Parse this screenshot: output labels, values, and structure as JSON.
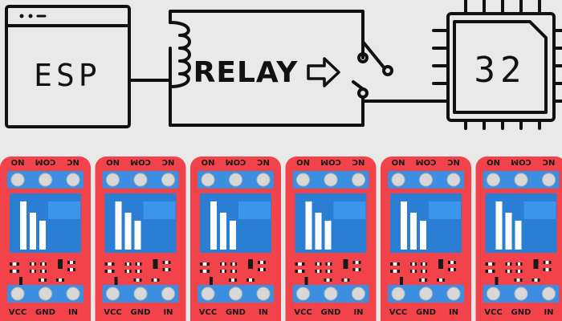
{
  "diagram": {
    "esp_label": "ESP",
    "relay_label": "RELAY",
    "chip_label": "32"
  },
  "modules": {
    "count": 6,
    "top_pins": [
      "NC",
      "COM",
      "NO"
    ],
    "bottom_pins": [
      "VCC",
      "GND",
      "IN"
    ]
  },
  "colors": {
    "background": "#e9e9e9",
    "board": "#f2424a",
    "relay": "#2a7fd4",
    "terminal": "#3c8fe0",
    "screw": "#d8d8d8",
    "line": "#111111"
  }
}
